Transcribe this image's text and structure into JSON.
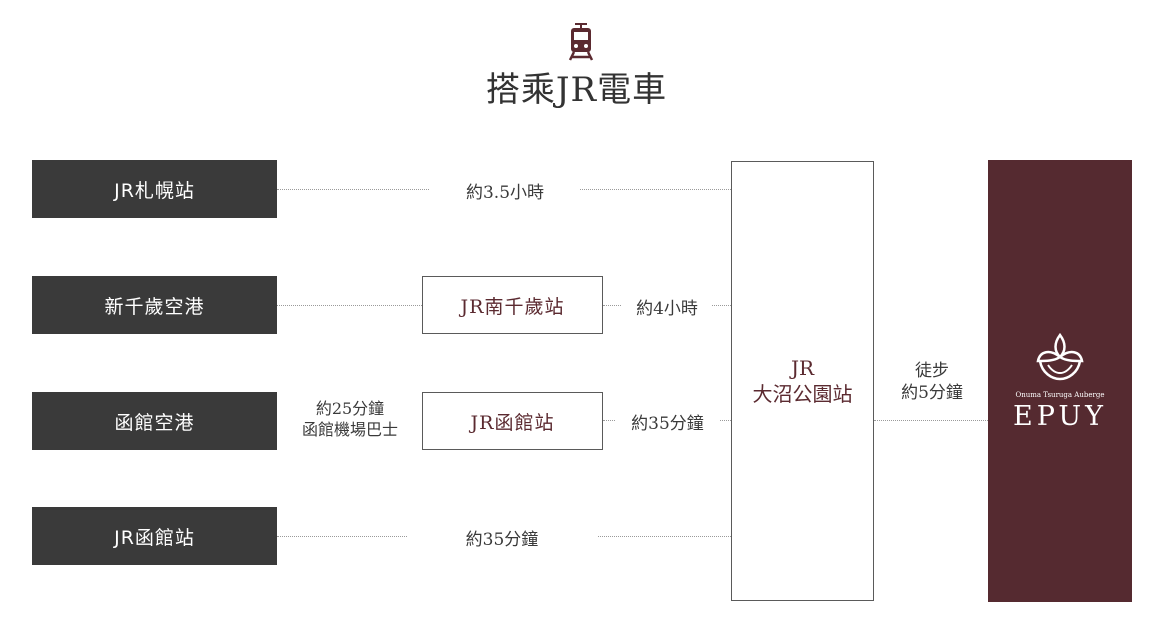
{
  "header": {
    "icon": "train-icon",
    "title": "搭乘JR電車"
  },
  "origins": {
    "sapporo": "JR札幌站",
    "new_chitose": "新千歲空港",
    "hakodate_airport": "函館空港",
    "jr_hakodate": "JR函館站"
  },
  "hubs": {
    "minami_chitose": "JR南千歲站",
    "hakodate": "JR函館站"
  },
  "durations": {
    "sapporo": "約3.5小時",
    "minami_chitose": "約4小時",
    "airport_bus_time": "約25分鐘",
    "airport_bus_name": "函館機場巴士",
    "hakodate_hub": "約35分鐘",
    "jr_hakodate": "約35分鐘",
    "walk_label": "徒步",
    "walk_time": "約5分鐘"
  },
  "destination": {
    "line1": "JR",
    "line2": "大沼公園站"
  },
  "hotel": {
    "subtitle": "Onuma Tsuruga Auberge",
    "name": "EPUY",
    "logo": "flower-logo-icon",
    "bg_color": "#552a30"
  },
  "colors": {
    "origin_bg": "#3a3a3a",
    "accent": "#5b2a30"
  }
}
